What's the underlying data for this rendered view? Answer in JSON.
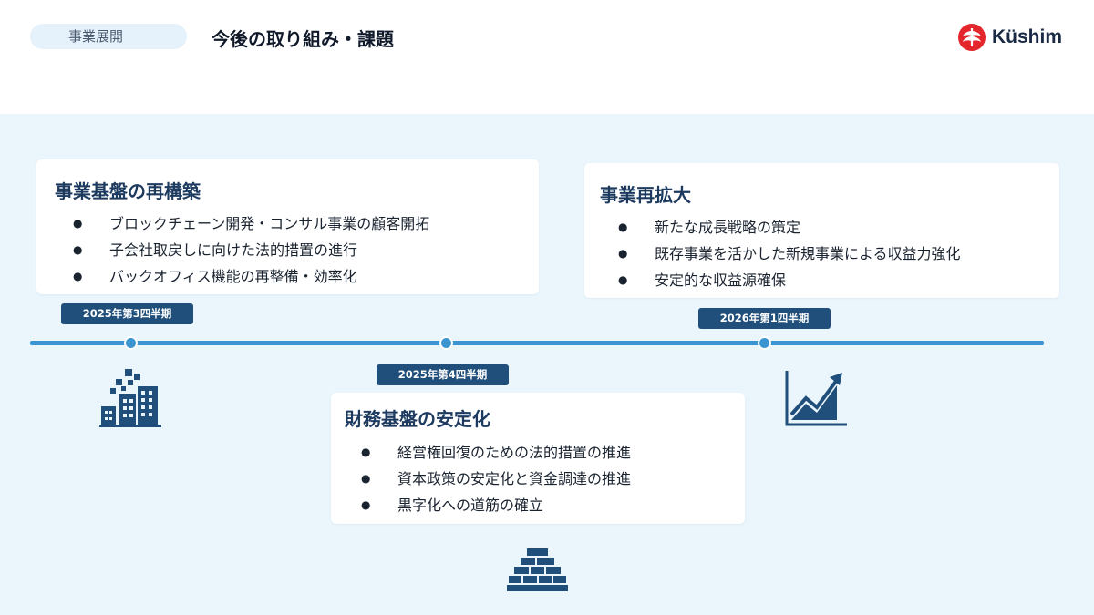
{
  "header": {
    "section_label": "事業展開",
    "title": "今後の取り組み・課題",
    "logo_text": "Küshim"
  },
  "colors": {
    "navy": "#1f4f7a",
    "accent_blue": "#3b95d0",
    "logo_red": "#e3262b",
    "stage_bg": "#eaf5fc"
  },
  "milestones": [
    {
      "period": "2025年第3四半期",
      "title": "事業基盤の再構築",
      "items": [
        "ブロックチェーン開発・コンサル事業の顧客開拓",
        "子会社取戻しに向けた法的措置の進行",
        "バックオフィス機能の再整備・効率化"
      ],
      "icon": "building-icon"
    },
    {
      "period": "2025年第4四半期",
      "title": "財務基盤の安定化",
      "items": [
        "経営権回復のための法的措置の推進",
        "資本政策の安定化と資金調達の推進",
        "黒字化への道筋の確立"
      ],
      "icon": "pyramid-icon"
    },
    {
      "period": "2026年第1四半期",
      "title": "事業再拡大",
      "items": [
        "新たな成長戦略の策定",
        "既存事業を活かした新規事業による収益力強化",
        "安定的な収益源確保"
      ],
      "icon": "growth-chart-icon"
    }
  ]
}
